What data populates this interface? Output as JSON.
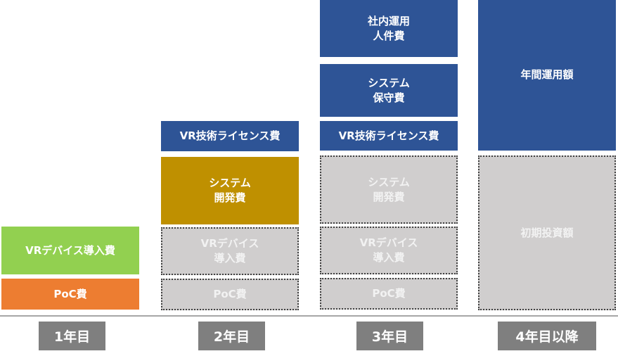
{
  "colors": {
    "operation": "#2e5496",
    "development": "#bf9000",
    "vr_device": "#92d050",
    "poc": "#ed7d31",
    "prior_investment": "#d0cece",
    "year_label_bg": "#7f7f7f"
  },
  "columns": [
    {
      "year": "1年目",
      "blocks": [
        {
          "label": "VRデバイス導入費",
          "kind": "vr_device"
        },
        {
          "label": "PoC費",
          "kind": "poc"
        }
      ]
    },
    {
      "year": "2年目",
      "blocks": [
        {
          "label": "VR技術ライセンス費",
          "kind": "operation"
        },
        {
          "label": "システム\n開発費",
          "kind": "development"
        },
        {
          "label": "VRデバイス\n導入費",
          "kind": "prior_investment"
        },
        {
          "label": "PoC費",
          "kind": "prior_investment"
        }
      ]
    },
    {
      "year": "3年目",
      "blocks": [
        {
          "label": "社内運用\n人件費",
          "kind": "operation"
        },
        {
          "label": "システム\n保守費",
          "kind": "operation"
        },
        {
          "label": "VR技術ライセンス費",
          "kind": "operation"
        },
        {
          "label": "システム\n開発費",
          "kind": "prior_investment"
        },
        {
          "label": "VRデバイス\n導入費",
          "kind": "prior_investment"
        },
        {
          "label": "PoC費",
          "kind": "prior_investment"
        }
      ]
    },
    {
      "year": "4年目以降",
      "blocks": [
        {
          "label": "年間運用額",
          "kind": "operation"
        },
        {
          "label": "初期投資額",
          "kind": "prior_investment"
        }
      ]
    }
  ]
}
